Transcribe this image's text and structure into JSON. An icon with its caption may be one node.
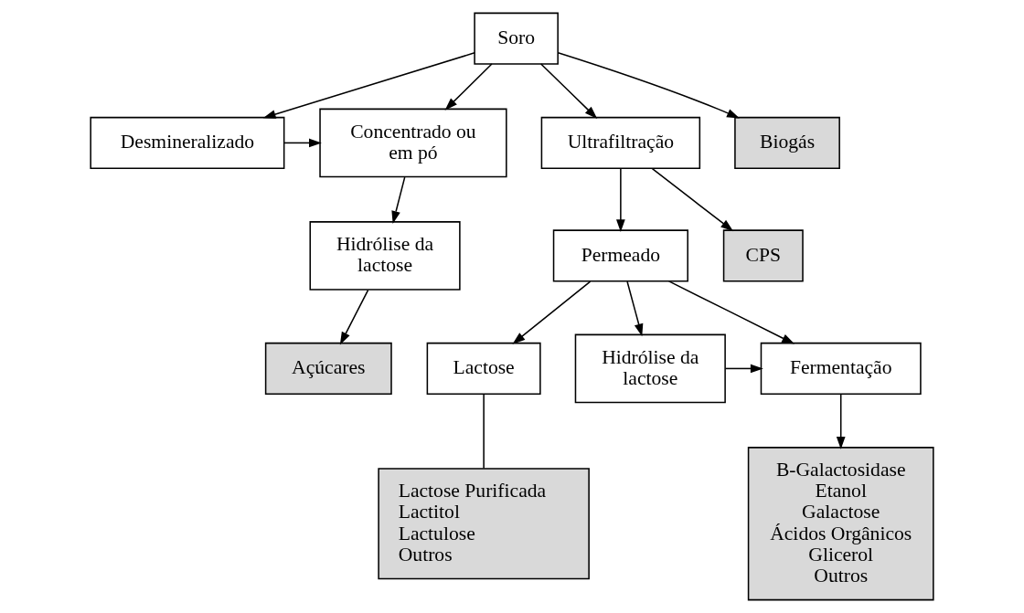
{
  "diagram": {
    "nodes": [
      {
        "text": [
          "Soro"
        ]
      },
      {
        "text": [
          "Concentrado ou em pó"
        ]
      },
      {
        "text": [
          "Desmineralizado"
        ]
      },
      {
        "text": [
          "Ultrafiltração"
        ]
      },
      {
        "text": [
          "Biogás"
        ]
      },
      {
        "text": [
          "Hidrólise da lactose"
        ]
      },
      {
        "text": [
          "Açúcares"
        ]
      },
      {
        "text": [
          "Permeado"
        ]
      },
      {
        "text": [
          "CPS"
        ]
      },
      {
        "text": [
          "Lactose"
        ]
      },
      {
        "text": [
          "Hidrólise da lactose"
        ]
      },
      {
        "text": [
          "Fermentação"
        ]
      },
      {
        "text": [
          "Lactose Purificada",
          "Lactitol",
          "Lactulose",
          "Outros"
        ]
      },
      {
        "text": [
          "B-Galactosidase",
          "Etanol",
          "Galactose",
          "Ácidos Orgânicos",
          "Glicerol",
          "Outros"
        ]
      }
    ],
    "edges": [
      {
        "from": 0,
        "to": 1,
        "arrow": "to"
      },
      {
        "from": 0,
        "to": 2,
        "arrow": "to"
      },
      {
        "from": 0,
        "to": 3,
        "arrow": "to"
      },
      {
        "from": 0,
        "to": 4,
        "arrow": "to"
      },
      {
        "from": 2,
        "to": 1,
        "arrow": "to"
      },
      {
        "from": 1,
        "to": 5,
        "arrow": "to"
      },
      {
        "from": 5,
        "to": 6,
        "arrow": "to"
      },
      {
        "from": 3,
        "to": 7,
        "arrow": "to"
      },
      {
        "from": 3,
        "to": 8,
        "arrow": "to"
      },
      {
        "from": 7,
        "to": 9,
        "arrow": "to"
      },
      {
        "from": 7,
        "to": 10,
        "arrow": "to"
      },
      {
        "from": 7,
        "to": 11,
        "arrow": "to"
      },
      {
        "from": 10,
        "to": 11,
        "arrow": "to"
      },
      {
        "from": 9,
        "to": 12,
        "arrow": "none"
      },
      {
        "from": 11,
        "to": 13,
        "arrow": "to"
      }
    ]
  }
}
